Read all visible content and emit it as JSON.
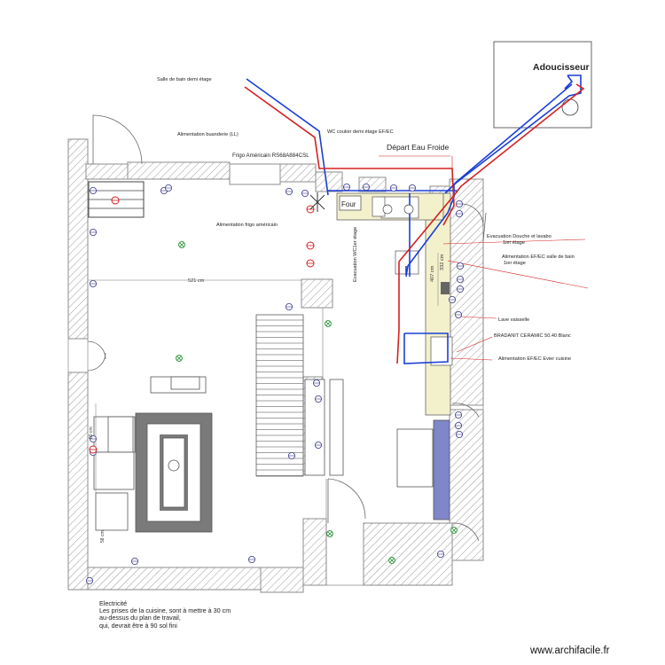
{
  "labels": {
    "adoucisseur": "Adoucisseur",
    "salle_de_bain": "Salle de bain demi étage",
    "alim_buanderie": "Alimentation buanderie (LL)",
    "wc_couloir": "WC couloir demi étage EF/EC",
    "depart_eau_froide": "Départ Eau Froide",
    "frigo": "Frigo Américain RS68A884CSL",
    "alim_frigo": "Alimentation frigo américain",
    "evac_wc": "Evacuation WC1er étage",
    "four": "Four",
    "evac_douche_1": "Evacuation Douche et lavabo",
    "evac_douche_2": "1ier étage",
    "alim_sdb_1": "Alimentation EF/EC salle de bain",
    "alim_sdb_2": "1ier étage",
    "lave_vaisselle": "Lave vaisselle",
    "bradanit": "BRADANIT CERAMIC 50.40 Blanc",
    "alim_evier": "Alimentation EF/EC Evier cuisine"
  },
  "dimensions": {
    "width_521": "521 cm",
    "d407": "407 cm",
    "d332": "332 cm",
    "d_left1": "80 cm",
    "d_left2": "58 cm"
  },
  "note": {
    "line1": "Electricité",
    "line2": "Les prises de la cuisine, sont à mettre à 30 cm",
    "line3": " au-dessus du plan de travail,",
    "line4": "qui, devrait être à 90 sol fini"
  },
  "credit": "www.archifacile.fr",
  "colors": {
    "cold_water": "#1a3fd6",
    "hot_water": "#d62020",
    "wall_hatch": "#9a9a9a",
    "counter": "#f3f0cc",
    "sofa_band": "#7a7a7a",
    "fridge_unit": "#7f86c9"
  }
}
